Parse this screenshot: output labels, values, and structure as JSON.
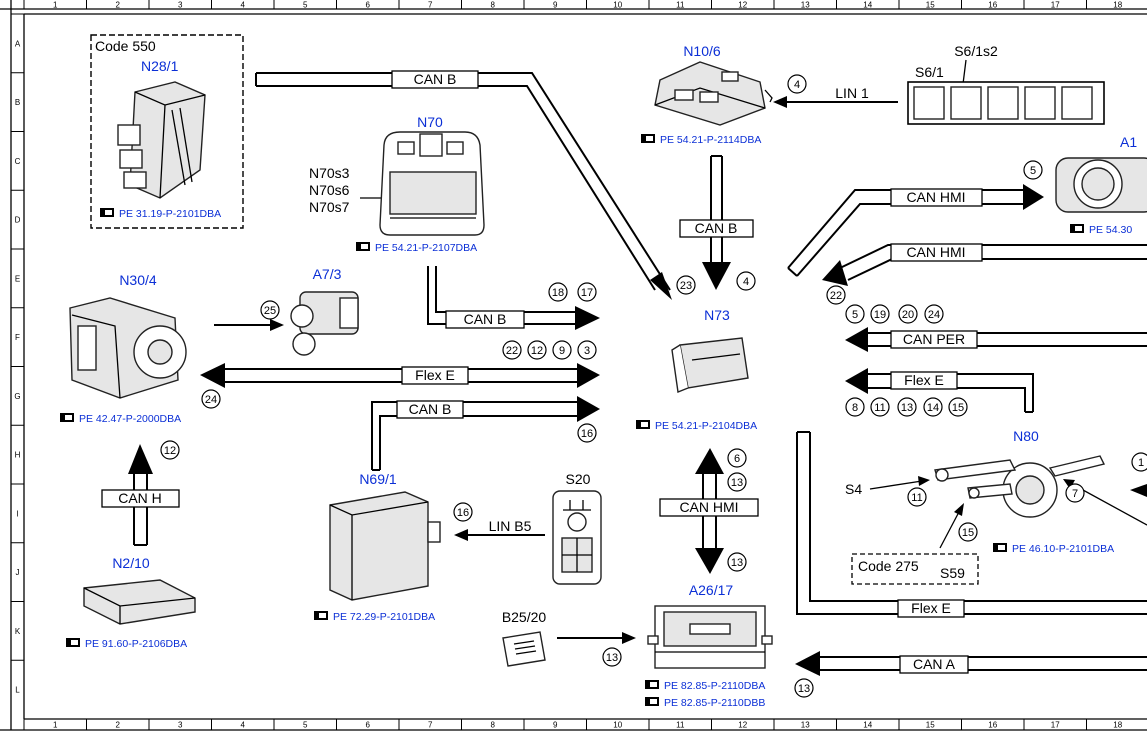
{
  "grid": {
    "columns": [
      "1",
      "2",
      "3",
      "4",
      "5",
      "6",
      "7",
      "8",
      "9",
      "10",
      "11",
      "12",
      "13",
      "14",
      "15",
      "16",
      "17",
      "18"
    ],
    "rows": [
      "A",
      "B",
      "C",
      "D",
      "E",
      "F",
      "G",
      "H",
      "I",
      "J",
      "K",
      "L"
    ]
  },
  "components": {
    "n28_1": {
      "code_label": "Code 550",
      "name": "N28/1",
      "ref": "PE 31.19-P-2101DBA"
    },
    "n70": {
      "name": "N70",
      "sub1": "N70s3",
      "sub2": "N70s6",
      "sub3": "N70s7",
      "ref": "PE 54.21-P-2107DBA"
    },
    "n10_6": {
      "name": "N10/6",
      "ref": "PE 54.21-P-2114DBA"
    },
    "s6_1": {
      "name": "S6/1",
      "sub": "S6/1s2"
    },
    "a1": {
      "name": "A1",
      "ref": "PE 54.30"
    },
    "n30_4": {
      "name": "N30/4",
      "ref": "PE 42.47-P-2000DBA"
    },
    "a7_3": {
      "name": "A7/3"
    },
    "n73": {
      "name": "N73",
      "ref": "PE 54.21-P-2104DBA"
    },
    "n80": {
      "name": "N80",
      "ref": "PE 46.10-P-2101DBA",
      "s4": "S4",
      "code_label": "Code 275",
      "s59": "S59"
    },
    "n69_1": {
      "name": "N69/1",
      "ref": "PE 72.29-P-2101DBA"
    },
    "s20": {
      "name": "S20"
    },
    "n2_10": {
      "name": "N2/10",
      "ref": "PE 91.60-P-2106DBA"
    },
    "b25_20": {
      "name": "B25/20"
    },
    "a26_17": {
      "name": "A26/17",
      "ref1": "PE 82.85-P-2110DBA",
      "ref2": "PE 82.85-P-2110DBB"
    }
  },
  "buses": {
    "can_b_top": "CAN B",
    "lin1": "LIN 1",
    "can_b_vertical": "CAN B",
    "can_hmi_upper": "CAN HMI",
    "can_hmi_lower": "CAN HMI",
    "can_b_mid": "CAN B",
    "can_per": "CAN PER",
    "flex_e_left": "Flex E",
    "flex_e_right": "Flex E",
    "can_b_lower": "CAN B",
    "can_h": "CAN H",
    "lin_b5": "LIN B5",
    "can_hmi_vertical": "CAN HMI",
    "flex_e_bottom": "Flex E",
    "can_a": "CAN A"
  },
  "callouts": {
    "c4_lin": "4",
    "c4_n73": "4",
    "c5_hmi": "5",
    "c23": "23",
    "c22_hmi": "22",
    "c18": "18",
    "c17": "17",
    "c25": "25",
    "c5_per": "5",
    "c19": "19",
    "c20": "20",
    "c24_per": "24",
    "c22_flex": "22",
    "c12_flex": "12",
    "c9": "9",
    "c3": "3",
    "c24_left": "24",
    "c8": "8",
    "c11": "11",
    "c13": "13",
    "c14": "14",
    "c15": "15",
    "c16_canb": "16",
    "c12_canh": "12",
    "c6": "6",
    "c13_a": "13",
    "c13_b": "13",
    "c1_edge": "1",
    "c11_s4": "11",
    "c7": "7",
    "c15_n80": "15",
    "c16_lin": "16",
    "c13_b25": "13",
    "c13_cana": "13"
  }
}
